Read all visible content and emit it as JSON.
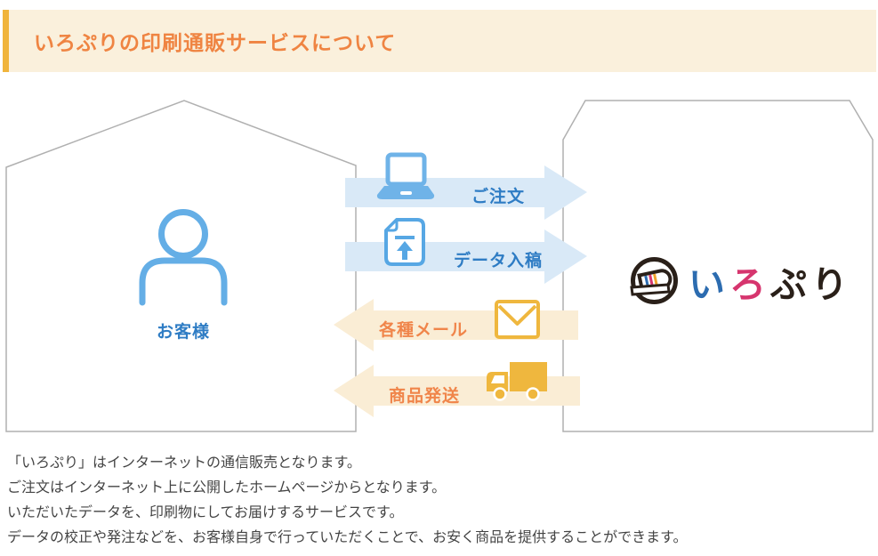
{
  "header": {
    "title": "いろぷりの印刷通販サービスについて",
    "title_color": "#EF8442",
    "accent_bar_color": "#F0B43C",
    "background_color": "#FAF0DC"
  },
  "diagram": {
    "customer": {
      "label": "お客様",
      "icon": "person-icon",
      "label_color": "#2E7CC4"
    },
    "company": {
      "logo_icon": "print-roll-logo-icon",
      "logo_text": "いろぷり",
      "logo_chars": [
        {
          "char": "い",
          "color": "#2C6CB0"
        },
        {
          "char": "ろ",
          "color": "#D6356E"
        },
        {
          "char": "ぷ",
          "color": "#2A2019"
        },
        {
          "char": "り",
          "color": "#2A2019"
        }
      ]
    },
    "flows": [
      {
        "label": "ご注文",
        "direction": "right",
        "icon": "laptop-icon"
      },
      {
        "label": "データ入稿",
        "direction": "right",
        "icon": "file-upload-icon"
      },
      {
        "label": "各種メール",
        "direction": "left",
        "icon": "envelope-icon"
      },
      {
        "label": "商品発送",
        "direction": "left",
        "icon": "truck-icon"
      }
    ],
    "colors": {
      "blue_arrow": "#D9E9F7",
      "blue_text": "#2E7CC4",
      "cream_arrow": "#FAEDD5",
      "orange_text": "#F0854A",
      "icon_blue": "#6FB3E8",
      "icon_yellow": "#EFB73E",
      "outline_gray": "#B0B0B0"
    }
  },
  "description": {
    "lines": [
      "「いろぷり」はインターネットの通信販売となります。",
      "ご注文はインターネット上に公開したホームページからとなります。",
      "いただいたデータを、印刷物にしてお届けするサービスです。",
      "データの校正や発注などを、お客様自身で行っていただくことで、お安く商品を提供することができます。"
    ]
  }
}
